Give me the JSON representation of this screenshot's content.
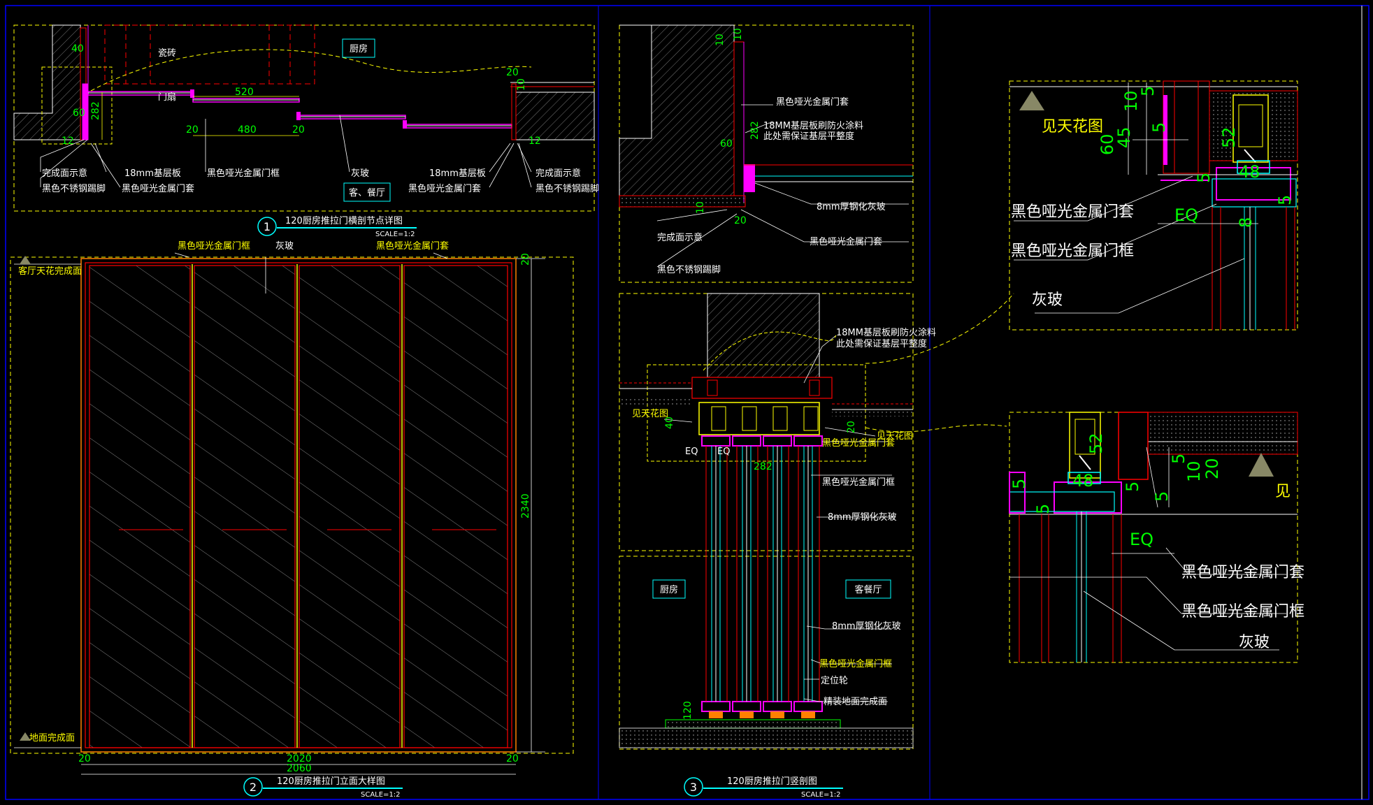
{
  "colors": {
    "background": "#000000",
    "frame": "#0000ff",
    "red": "#ff0000",
    "yellow": "#ffff00",
    "green": "#00ff00",
    "cyan": "#00ffff",
    "magenta": "#ff00ff",
    "white": "#ffffff",
    "orange": "#ff8000"
  },
  "plan": {
    "labels": {
      "tile": "瓷砖",
      "door_leaf": "门扇",
      "finish_left": "完成面示意",
      "kick_left": "黑色不锈钢踢脚",
      "board_18": "18mm基层板",
      "frame_cover": "黑色哑光金属门套",
      "door_frame": "黑色哑光金属门框",
      "grey_glass": "灰玻",
      "board_18_right": "18mm基层板",
      "frame_cover_right": "黑色哑光金属门套",
      "finish_right": "完成面示意",
      "kick_right": "黑色不锈钢踢脚"
    },
    "rooms": {
      "kitchen": "厨房",
      "living": "客、餐厅"
    },
    "dims": {
      "d40": "40",
      "d60": "60",
      "d282": "282",
      "d12a": "12",
      "d520": "520",
      "d20a": "20",
      "d480": "480",
      "d20b": "20",
      "d20c": "20",
      "d10": "10",
      "d12b": "12"
    }
  },
  "title1": {
    "number": "1",
    "title": "120厨房推拉门横剖节点详图",
    "scale": "SCALE=1:2"
  },
  "elevation": {
    "labels": {
      "frame_top": "黑色哑光金属门框",
      "glass": "灰玻",
      "cover_top": "黑色哑光金属门套",
      "ceiling": "客厅天花完成面",
      "floor": "地面完成面"
    },
    "dims": {
      "left": "20",
      "mid": "2020",
      "right": "20",
      "total": "2060",
      "height": "2340",
      "top": "20"
    }
  },
  "title2": {
    "number": "2",
    "title": "120厨房推拉门立面大样图",
    "scale": "SCALE=1:2"
  },
  "detail_a": {
    "labels": {
      "cover": "黑色哑光金属门套",
      "fire": "18MM基层板刷防火涂料",
      "level": "此处需保证基层平整度",
      "glass": "8mm厚钢化灰玻",
      "cover2": "黑色哑光金属门套",
      "finish": "完成面示意",
      "kick": "黑色不锈钢踢脚"
    },
    "dims": {
      "d10a": "10",
      "d10b": "10",
      "d282": "282",
      "d60": "60",
      "d10c": "10",
      "d20": "20"
    }
  },
  "section": {
    "labels": {
      "fire": "18MM基层板刷防火涂料",
      "level": "此处需保证基层平整度",
      "see_ceiling_l": "见天花图",
      "see_ceiling_r": "见天花图",
      "cover": "黑色哑光金属门套",
      "frame": "黑色哑光金属门框",
      "glass_a": "8mm厚钢化灰玻",
      "glass_b": "8mm厚钢化灰玻",
      "frame2": "黑色哑光金属门框",
      "wheel": "定位轮",
      "floor": "精装地面完成面"
    },
    "rooms": {
      "kitchen": "厨房",
      "living": "客餐厅"
    },
    "dims": {
      "d40": "40",
      "d20": "20",
      "eq1": "EQ",
      "eq2": "EQ",
      "d282": "282",
      "d120": "120"
    }
  },
  "title3": {
    "number": "3",
    "title": "120厨房推拉门竖剖图",
    "scale": "SCALE=1:2"
  },
  "zoom_top": {
    "labels": {
      "see_ceiling": "见天花图",
      "cover": "黑色哑光金属门套",
      "frame": "黑色哑光金属门框",
      "glass": "灰玻"
    },
    "dims": {
      "d5a": "5",
      "d10": "10",
      "d5b": "5",
      "d45": "45",
      "d60": "60",
      "d52": "52",
      "d48": "48",
      "d5c": "5",
      "d5d": "5",
      "eq": "EQ",
      "d8": "8"
    }
  },
  "zoom_bottom": {
    "labels": {
      "see": "见",
      "cover": "黑色哑光金属门套",
      "frame": "黑色哑光金属门框",
      "glass": "灰玻"
    },
    "dims": {
      "d52": "52",
      "d48": "48",
      "d5a": "5",
      "d5b": "5",
      "d5c": "5",
      "d10": "10",
      "d20": "20",
      "d5d": "5",
      "eq": "EQ"
    }
  }
}
